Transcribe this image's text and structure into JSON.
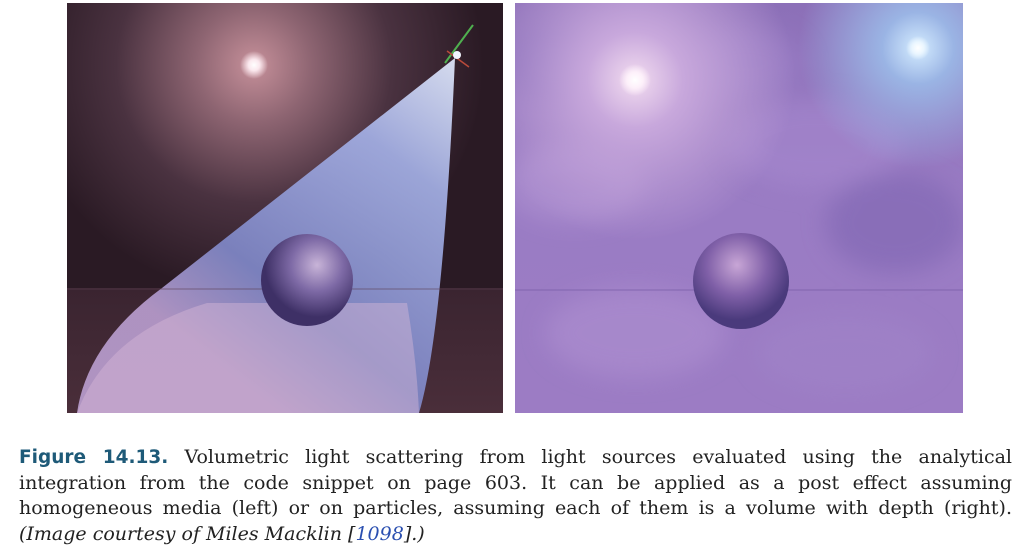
{
  "figure": {
    "label": "Figure 14.13.",
    "caption_main": " Volumetric light scattering from light sources evaluated using the analytical integration from the code snippet on page 603. It can be applied as a post effect assuming homogeneous media (left) or on particles, assuming each of them is a volume with depth (right). ",
    "credit_prefix": "(Image courtesy of Miles Macklin [",
    "credit_ref": "1098",
    "credit_suffix": "].)"
  }
}
